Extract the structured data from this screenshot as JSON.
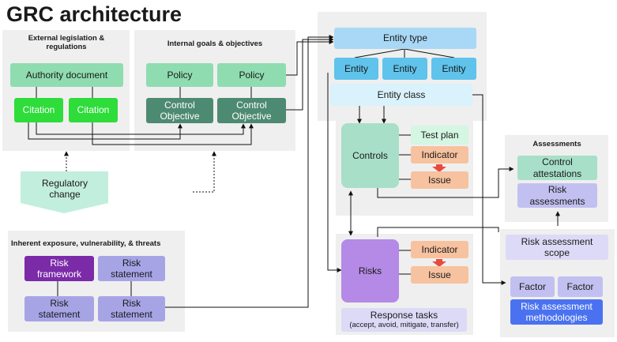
{
  "title": "GRC architecture",
  "panels": {
    "external": "External legislation & regulations",
    "internal": "Internal goals & objectives",
    "inherent": "Inherent exposure, vulnerability, & threats",
    "assessments": "Assessments"
  },
  "nodes": {
    "authority_document": "Authority document",
    "citation_1": "Citation",
    "citation_2": "Citation",
    "policy_1": "Policy",
    "policy_2": "Policy",
    "control_objective_1": "Control Objective",
    "control_objective_2": "Control Objective",
    "regulatory_change": "Regulatory change",
    "risk_framework": "Risk framework",
    "risk_statement_1": "Risk statement",
    "risk_statement_2": "Risk statement",
    "risk_statement_3": "Risk statement",
    "entity_type": "Entity type",
    "entity_1": "Entity",
    "entity_2": "Entity",
    "entity_3": "Entity",
    "entity_class": "Entity class",
    "controls": "Controls",
    "test_plan": "Test plan",
    "indicator_1": "Indicator",
    "issue_1": "Issue",
    "risks": "Risks",
    "indicator_2": "Indicator",
    "issue_2": "Issue",
    "response_tasks_main": "Response tasks",
    "response_tasks_detail": "(accept, avoid, mitigate, transfer)",
    "control_attestations": "Control attestations",
    "risk_assessments": "Risk assessments",
    "risk_assessment_scope": "Risk assessment scope",
    "factor_1": "Factor",
    "factor_2": "Factor",
    "risk_assessment_methodologies": "Risk assessment methodologies"
  }
}
